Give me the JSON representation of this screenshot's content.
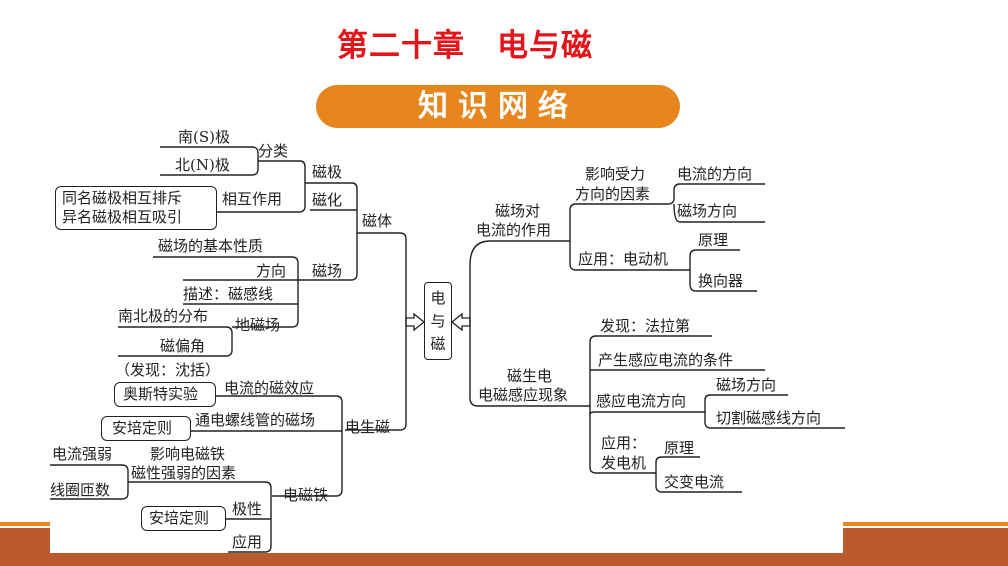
{
  "title": "第二十章　电与磁",
  "banner": "知识网络",
  "center": "电与磁",
  "left": {
    "s_pole": "南(S)极",
    "classify": "分类",
    "n_pole": "北(N)极",
    "magnetic_pole": "磁极",
    "repel": "同名磁极相互排斥",
    "attract": "异名磁极相互吸引",
    "interaction": "相互作用",
    "magnetization": "磁化",
    "magnet": "磁体",
    "basic_property": "磁场的基本性质",
    "direction": "方向",
    "magnetic_field": "磁场",
    "describe": "描述：磁感线",
    "pole_distribution": "南北极的分布",
    "earth_field": "地磁场",
    "declination": "磁偏角",
    "discovery": "（发现：沈括）",
    "oersted": "奥斯特实验",
    "current_effect": "电流的磁效应",
    "ampere_rule_1": "安培定则",
    "solenoid_field": "通电螺线管的磁场",
    "electricity_to_magnetism": "电生磁",
    "current_strength": "电流强弱",
    "affect_em": "影响电磁铁",
    "strength_factors": "磁性强弱的因素",
    "turns": "线圈匝数",
    "electromagnet": "电磁铁",
    "ampere_rule_2": "安培定则",
    "polarity": "极性",
    "application": "应用"
  },
  "right": {
    "field_on_current_1": "磁场对",
    "field_on_current_2": "电流的作用",
    "force_factors_1": "影响受力",
    "force_factors_2": "方向的因素",
    "current_direction": "电流的方向",
    "field_direction_1": "磁场方向",
    "principle_1": "原理",
    "motor_app": "应用：电动机",
    "commutator": "换向器",
    "faraday": "发现：法拉第",
    "induction_condition": "产生感应电流的条件",
    "mag_to_elec_1": "磁生电",
    "mag_to_elec_2": "电磁感应现象",
    "field_direction_2": "磁场方向",
    "induced_direction": "感应电流方向",
    "cutting_direction": "切割磁感线方向",
    "app_1": "应用：",
    "app_2": "发电机",
    "principle_2": "原理",
    "ac": "交变电流"
  }
}
